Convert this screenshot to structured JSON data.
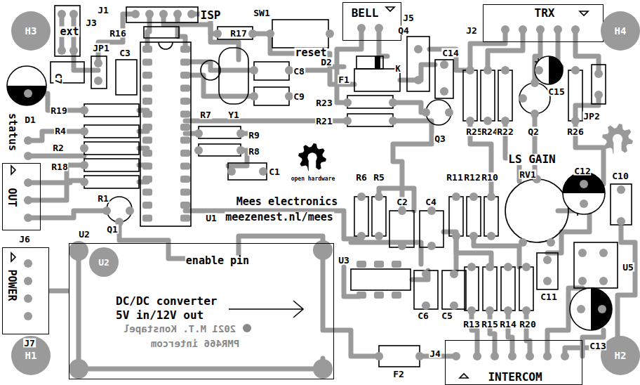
{
  "diagram": {
    "nodes": [
      {
        "text": [
          "H3"
        ]
      },
      {
        "text": [
          "BELL"
        ]
      },
      {
        "text": [
          "TRX"
        ]
      },
      {
        "text": [
          "H4"
        ]
      },
      {
        "text": [
          "OUT"
        ]
      },
      {
        "text": [
          "POWER"
        ]
      },
      {
        "text": [
          "DC/DC converter 5V in/12V out",
          "2021 M.T. Konstapel",
          "PMR466 intercom"
        ]
      },
      {
        "text": [
          "U2"
        ],
        "in": 6
      },
      {
        "text": [
          "H1"
        ]
      },
      {
        "text": [
          "INTERCOM"
        ]
      },
      {
        "text": [
          "H2"
        ]
      }
    ],
    "edges": [
      {
        "from": 5,
        "to": 6,
        "arrow": "none"
      }
    ],
    "labels": [
      "J1",
      "ISP",
      "SW1",
      "J5",
      "J3",
      "ext",
      "R16",
      "R17",
      "Q4",
      "J2",
      "JP1",
      "C3",
      "reset",
      "C14",
      "D2",
      "K",
      "C8",
      "C7",
      "F1",
      "C15",
      "C9",
      "R23",
      "R19",
      "R7",
      "Y1",
      "JP2",
      "D1",
      "R21",
      "status",
      "R4",
      "R25",
      "R24",
      "R22",
      "Q2",
      "R26",
      "R9",
      "Q3",
      "R2",
      "R8",
      "LS GAIN",
      "R18",
      "C12",
      "C1",
      "RV1",
      "C10",
      "R6",
      "R5",
      "R11",
      "R12",
      "R10",
      "open hardware",
      "R1",
      "Mees electronics",
      "C2",
      "C4",
      "meezenest.nl/mees",
      "U1",
      "Q1",
      "U2",
      "J6",
      "U3",
      "enable pin",
      "U5",
      "C11",
      "C6",
      "C5",
      "R13",
      "R15",
      "R14",
      "R20",
      "J7",
      "C13",
      "J4",
      "F2"
    ]
  }
}
